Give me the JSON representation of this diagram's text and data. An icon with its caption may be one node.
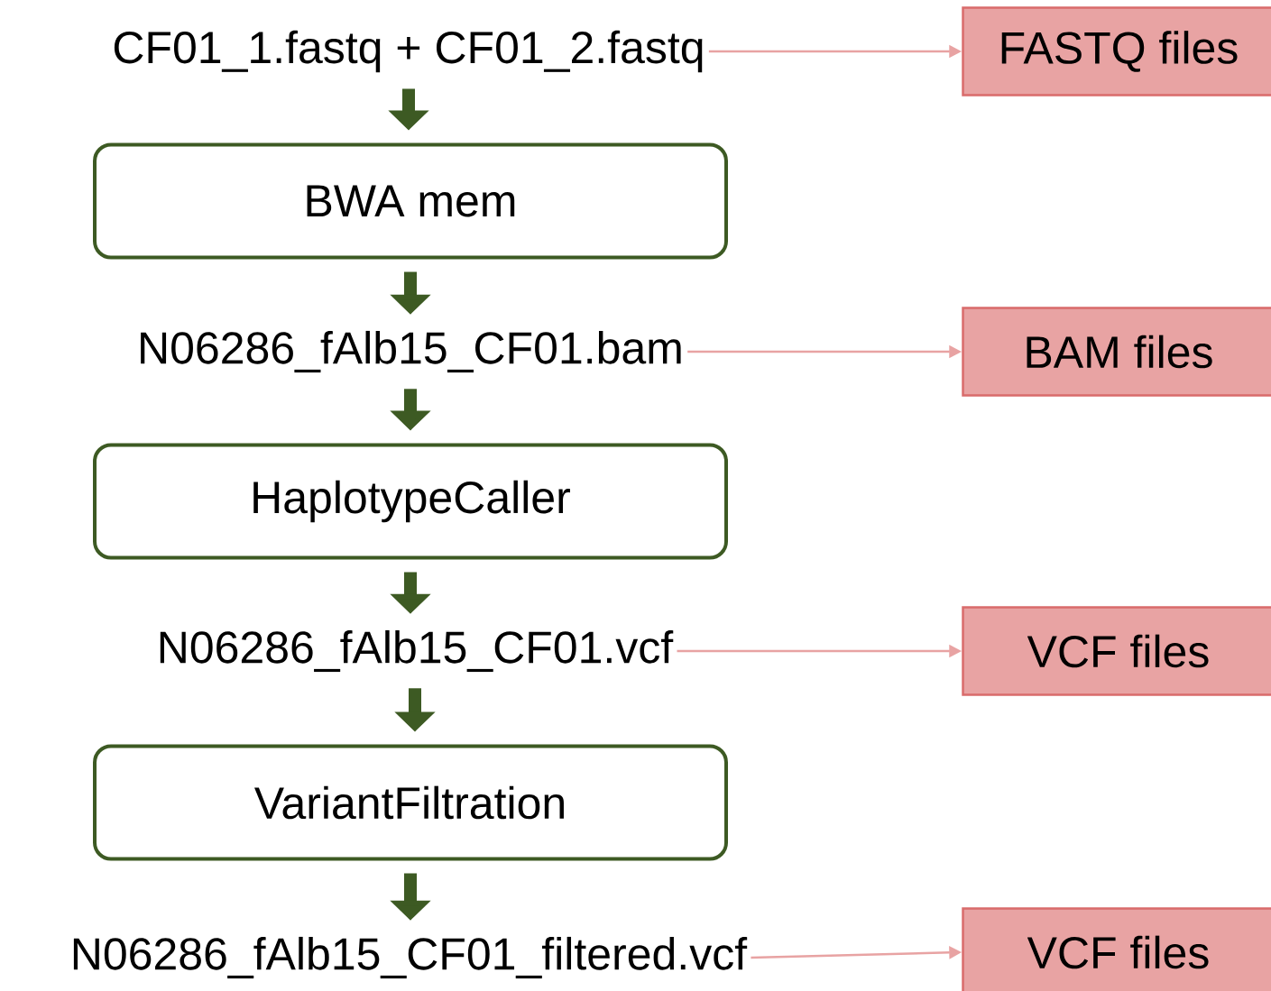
{
  "diagram": {
    "nodes": [
      {
        "text": [
          "CF01_1.fastq + CF01_2.fastq"
        ]
      },
      {
        "text": [
          "BWA mem"
        ]
      },
      {
        "text": [
          "N06286_fAlb15_CF01.bam"
        ]
      },
      {
        "text": [
          "HaplotypeCaller"
        ]
      },
      {
        "text": [
          "N06286_fAlb15_CF01.vcf"
        ]
      },
      {
        "text": [
          "VariantFiltration"
        ]
      },
      {
        "text": [
          "N06286_fAlb15_CF01_filtered.vcf"
        ]
      },
      {
        "text": [
          "FASTQ files"
        ]
      },
      {
        "text": [
          "BAM files"
        ]
      },
      {
        "text": [
          "VCF files"
        ]
      },
      {
        "text": [
          "VCF files"
        ]
      }
    ],
    "edges": [
      {
        "from": 0,
        "to": 1,
        "arrow": "to"
      },
      {
        "from": 1,
        "to": 2,
        "arrow": "to"
      },
      {
        "from": 2,
        "to": 3,
        "arrow": "to"
      },
      {
        "from": 3,
        "to": 4,
        "arrow": "to"
      },
      {
        "from": 4,
        "to": 5,
        "arrow": "to"
      },
      {
        "from": 5,
        "to": 6,
        "arrow": "to"
      },
      {
        "from": 0,
        "to": 7,
        "arrow": "to",
        "color": "#e8a3a3"
      },
      {
        "from": 2,
        "to": 8,
        "arrow": "to",
        "color": "#e8a3a3"
      },
      {
        "from": 4,
        "to": 9,
        "arrow": "to",
        "color": "#e8a3a3"
      },
      {
        "from": 6,
        "to": 10,
        "arrow": "to",
        "color": "#e8a3a3"
      }
    ]
  }
}
